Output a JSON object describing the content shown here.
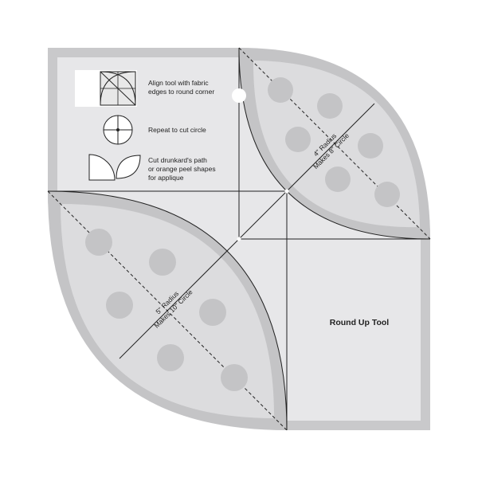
{
  "product": {
    "title": "Round Up Tool"
  },
  "instructions": [
    {
      "icon": "corner-rounding-icon",
      "lines": [
        "Align tool with fabric",
        "edges to round corner"
      ]
    },
    {
      "icon": "circle-crosshair-icon",
      "lines": [
        "Repeat to cut circle"
      ]
    },
    {
      "icon": "orange-peel-icon",
      "lines": [
        "Cut drunkard's path",
        "or orange peel shapes",
        "for applique"
      ]
    }
  ],
  "radius_labels": {
    "small": {
      "line1": "4\" Radius",
      "line2": "Makes 8\" Circle"
    },
    "large": {
      "line1": "5\" Radius",
      "line2": "Makes 10\" Circle"
    }
  },
  "colors": {
    "ruler_fill": "#e6e6e8",
    "ruler_border": "#c8c8ca",
    "band": "#bdbdbf",
    "dot": "#c4c4c6",
    "line": "#222222"
  }
}
